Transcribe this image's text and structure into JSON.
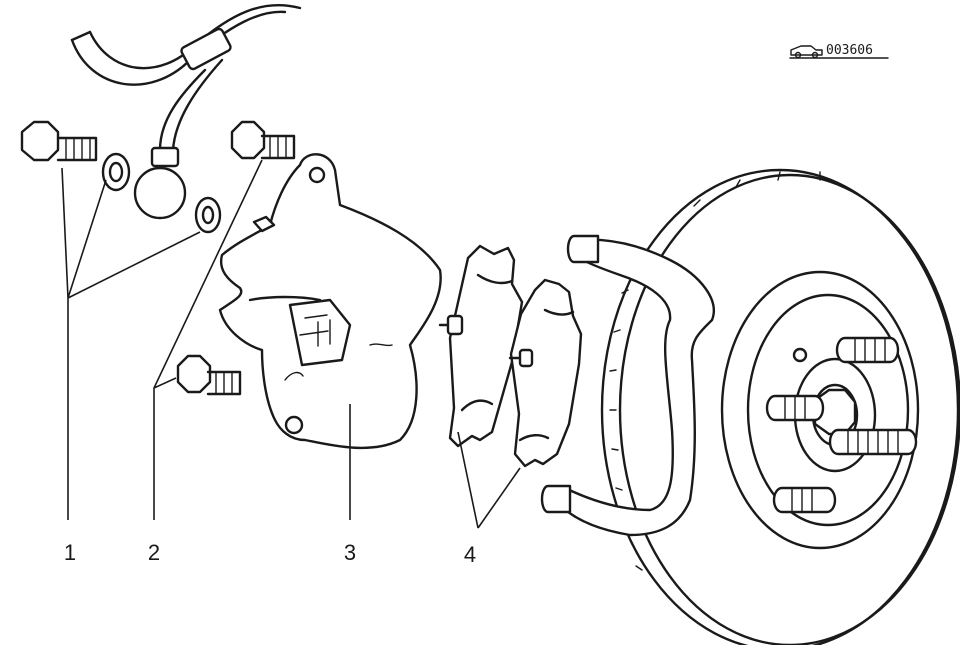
{
  "diagram": {
    "code": "003606",
    "callouts": [
      {
        "id": "1",
        "label": "1"
      },
      {
        "id": "2",
        "label": "2"
      },
      {
        "id": "3",
        "label": "3"
      },
      {
        "id": "4",
        "label": "4"
      }
    ]
  },
  "colors": {
    "ink": "#1a1a1a",
    "background": "#ffffff"
  },
  "icons": {
    "corner_logo": "car-logo-icon"
  }
}
